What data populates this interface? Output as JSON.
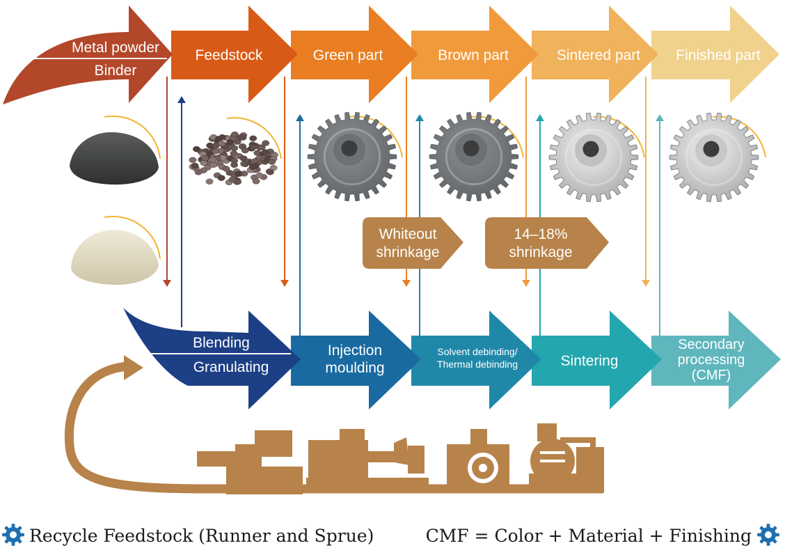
{
  "top_row": {
    "first_arrow": {
      "line1": "Metal powder",
      "line2": "Binder",
      "color": "#b2472a"
    },
    "stages": [
      {
        "label": "Feedstock",
        "color": "#d95a16"
      },
      {
        "label": "Green part",
        "color": "#e97e22"
      },
      {
        "label": "Brown part",
        "color": "#f19a3c"
      },
      {
        "label": "Sintered part",
        "color": "#f0b25a"
      },
      {
        "label": "Finished part",
        "color": "#f1d28c"
      }
    ]
  },
  "bottom_row": {
    "first_arrow": {
      "line1": "Blending",
      "line2": "Granulating",
      "color": "#1d3f85"
    },
    "stages": [
      {
        "line1": "Injection",
        "line2": "moulding",
        "color": "#196aa0"
      },
      {
        "line1": "Solvent debinding/",
        "line2": "Thermal debinding",
        "color": "#1f88a9"
      },
      {
        "label": "Sintering",
        "color": "#23a6ae"
      },
      {
        "line1": "Secondary",
        "line2": "processing",
        "line3": "(CMF)",
        "color": "#5fb6bd"
      }
    ]
  },
  "callouts": [
    {
      "line1": "Whiteout",
      "line2": "shrinkage",
      "color": "#b7834a"
    },
    {
      "line1": "14–18%",
      "line2": "shrinkage",
      "color": "#b7834a"
    }
  ],
  "images": [
    {
      "name": "metal-powder-image",
      "icon": "dark-powder-pile"
    },
    {
      "name": "binder-image",
      "icon": "light-powder-pile"
    },
    {
      "name": "feedstock-image",
      "icon": "pellets"
    },
    {
      "name": "green-part-image",
      "icon": "gray-gear"
    },
    {
      "name": "brown-part-image",
      "icon": "gray-gear"
    },
    {
      "name": "sintered-part-image",
      "icon": "silver-gear"
    },
    {
      "name": "finished-part-image",
      "icon": "silver-gear"
    }
  ],
  "recycle_arrow_color": "#b7834a",
  "machinery_icon": "mim-production-line",
  "footer": {
    "left": "Recycle Feedstock (Runner and Sprue)",
    "right": "CMF = Color + Material + Finishing",
    "icon": "gear-icon",
    "icon_color": "#1f6fb0"
  }
}
